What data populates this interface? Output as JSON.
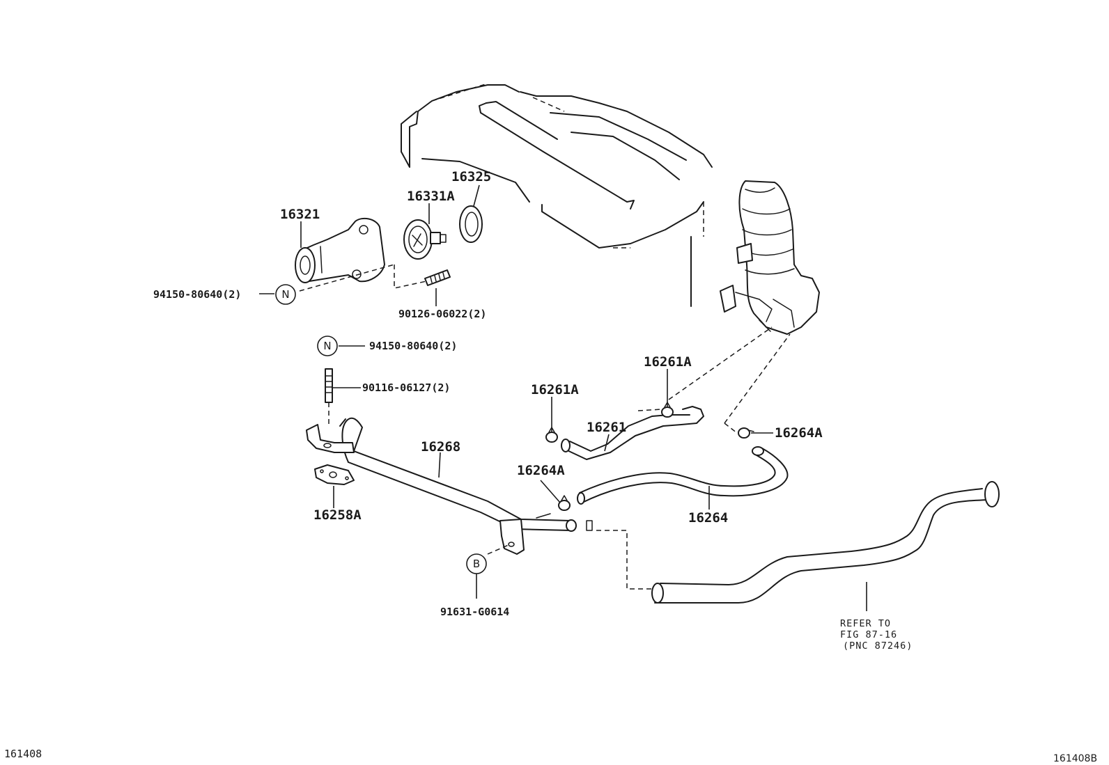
{
  "diagram": {
    "part_labels": {
      "p16325": "16325",
      "p16331A": "16331A",
      "p16321": "16321",
      "p16261A_top": "16261A",
      "p16261A_left": "16261A",
      "p16261": "16261",
      "p16264A_right": "16264A",
      "p16268": "16268",
      "p16264A_left": "16264A",
      "p16264": "16264",
      "p16258A": "16258A"
    },
    "fastener_labels": {
      "f94150_top": "94150-80640(2)",
      "f90126": "90126-06022(2)",
      "f94150_mid": "94150-80640(2)",
      "f90116": "90116-06127(2)",
      "f91631": "91631-G0614"
    },
    "callout_letters": {
      "n_top": "N",
      "n_mid": "N",
      "b": "B"
    },
    "reference_note": {
      "line1": "REFER TO",
      "line2": "FIG 87-16",
      "line3": "(PNC 87246)"
    },
    "footer": {
      "left_code": "161408",
      "right_code": "161408B"
    }
  }
}
